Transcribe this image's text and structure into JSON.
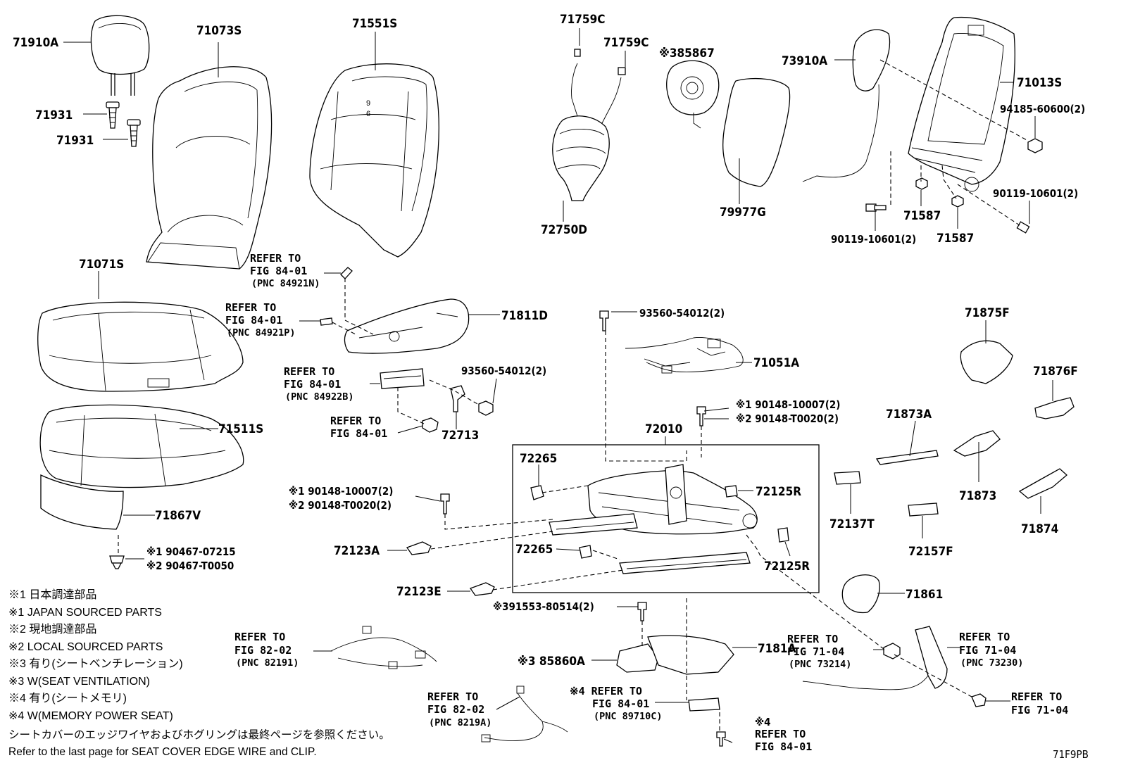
{
  "parts": {
    "p71910A": "71910A",
    "p71073S": "71073S",
    "p71551S": "71551S",
    "p71759C_a": "71759C",
    "p71759C_b": "71759C",
    "p85867": "※385867",
    "p73910A": "73910A",
    "p71013S": "71013S",
    "p94185": "94185-60600(2)",
    "p71931_a": "71931",
    "p71931_b": "71931",
    "p72750D": "72750D",
    "p79977G": "79977G",
    "p90119_a": "90119-10601(2)",
    "p90119_b": "90119-10601(2)",
    "p71587_a": "71587",
    "p71587_b": "71587",
    "p71071S": "71071S",
    "p71811D": "71811D",
    "p93560_a": "93560-54012(2)",
    "p93560_b": "93560-54012(2)",
    "p71875F": "71875F",
    "p71051A": "71051A",
    "p71876F": "71876F",
    "p90148_r1": "※1 90148-10007(2)",
    "p90148_r2": "※2 90148-T0020(2)",
    "p71873A": "71873A",
    "p72713": "72713",
    "p72010": "72010",
    "p71511S": "71511S",
    "p72265_a": "72265",
    "p72265_b": "72265",
    "p72125R_a": "72125R",
    "p72125R_b": "72125R",
    "p90148_l1": "※1 90148-10007(2)",
    "p90148_l2": "※2 90148-T0020(2)",
    "p71873": "71873",
    "p71867V": "71867V",
    "p72137T": "72137T",
    "p71874": "71874",
    "p72123A": "72123A",
    "p72157F": "72157F",
    "p90467_1": "※1 90467-07215",
    "p90467_2": "※2 90467-T0050",
    "p72123E": "72123E",
    "p71861": "71861",
    "p91553": "※391553-80514(2)",
    "p85860A": "※3 85860A",
    "p7181A": "7181A",
    "p4": "※4"
  },
  "refs": {
    "r1": {
      "line1": "REFER TO",
      "line2": "FIG 84-01",
      "pnc": "(PNC 84921N)"
    },
    "r2": {
      "line1": "REFER TO",
      "line2": "FIG 84-01",
      "pnc": "(PNC 84921P)"
    },
    "r3": {
      "line1": "REFER TO",
      "line2": "FIG 84-01",
      "pnc": "(PNC 84922B)"
    },
    "r4": {
      "line1": "REFER TO",
      "line2": "FIG 84-01"
    },
    "r5": {
      "line1": "REFER TO",
      "line2": "FIG 82-02",
      "pnc": "(PNC 82191)"
    },
    "r6": {
      "line1": "REFER TO",
      "line2": "FIG 82-02",
      "pnc": "(PNC 8219A)"
    },
    "r7": {
      "line1": "※4 REFER TO",
      "line2": "FIG 84-01",
      "pnc": "(PNC 89710C)"
    },
    "r8": {
      "line1": "REFER TO",
      "line2": "FIG 84-01"
    },
    "r9": {
      "line1": "REFER TO",
      "line2": "FIG 71-04",
      "pnc": "(PNC 73214)"
    },
    "r10": {
      "line1": "REFER TO",
      "line2": "FIG 71-04",
      "pnc": "(PNC 73230)"
    },
    "r11": {
      "line1": "REFER TO",
      "line2": "FIG 71-04"
    }
  },
  "notes": [
    "※1  日本調達部品",
    "※1  JAPAN SOURCED PARTS",
    "※2  現地調達部品",
    "※2  LOCAL SOURCED PARTS",
    "※3  有り(シートベンチレーション)",
    "※3  W(SEAT VENTILATION)",
    "※4  有り(シートメモリ)",
    "※4  W(MEMORY POWER SEAT)",
    "シートカバーのエッジワイヤおよびホグリングは最終ページを参照ください。",
    "Refer to the last page for SEAT COVER EDGE WIRE and CLIP."
  ],
  "figure_code": "71F9PB"
}
